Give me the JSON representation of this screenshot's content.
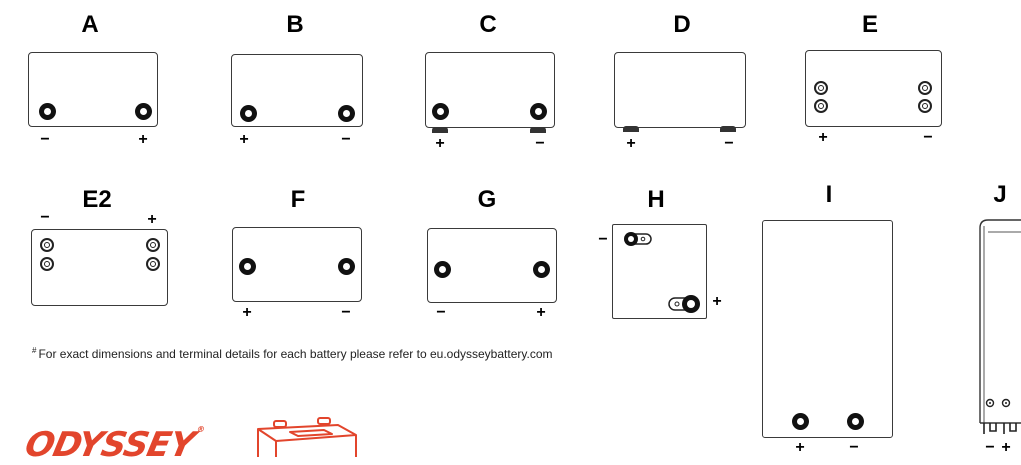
{
  "batteries": {
    "A": {
      "label": "A",
      "left": "−",
      "right": "+"
    },
    "B": {
      "label": "B",
      "left": "+",
      "right": "−"
    },
    "C": {
      "label": "C",
      "left": "+",
      "right": "−"
    },
    "D": {
      "label": "D",
      "left": "+",
      "right": "−"
    },
    "E": {
      "label": "E",
      "left": "+",
      "right": "−"
    },
    "E2": {
      "label": "E2",
      "left": "−",
      "right": "+"
    },
    "F": {
      "label": "F",
      "left": "+",
      "right": "−"
    },
    "G": {
      "label": "G",
      "left": "−",
      "right": "+"
    },
    "H": {
      "label": "H",
      "left": "−",
      "right": "+"
    },
    "I": {
      "label": "I",
      "left": "+",
      "right": "−"
    },
    "J": {
      "label": "J",
      "left": "−",
      "right": "+"
    }
  },
  "footnote": {
    "mark": "#",
    "text": "For exact dimensions and terminal details for each battery please refer to eu.odysseybattery.com"
  },
  "brand": {
    "logo_text": "ODYSSEY",
    "logo_mark": "®",
    "logo_color": "#e2452c",
    "battery_icon": "battery-outline-icon"
  }
}
